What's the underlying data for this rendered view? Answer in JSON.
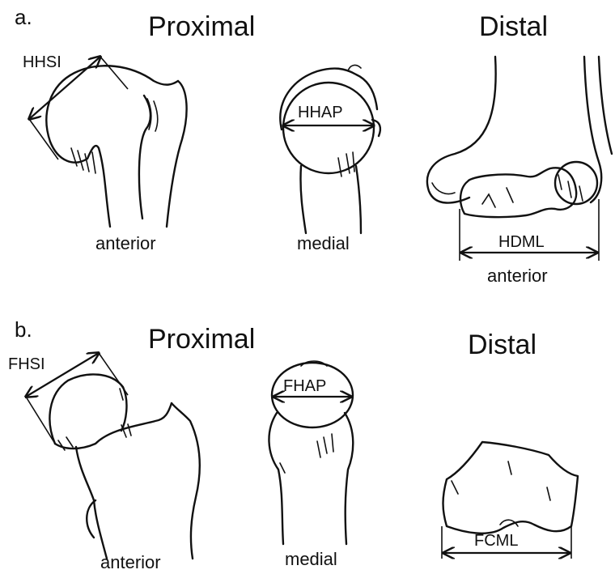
{
  "panels": [
    {
      "letter": "a.",
      "proximal_heading": "Proximal",
      "distal_heading": "Distal",
      "views": {
        "proximal_anterior": "anterior",
        "proximal_medial": "medial",
        "distal_anterior": "anterior"
      },
      "measurements": {
        "head_si": "HHSI",
        "head_ap": "HHAP",
        "distal_ml": "HDML"
      }
    },
    {
      "letter": "b.",
      "proximal_heading": "Proximal",
      "distal_heading": "Distal",
      "views": {
        "proximal_anterior": "anterior",
        "proximal_medial": "medial"
      },
      "measurements": {
        "head_si": "FHSI",
        "head_ap": "FHAP",
        "distal_ml": "FCML"
      }
    }
  ]
}
